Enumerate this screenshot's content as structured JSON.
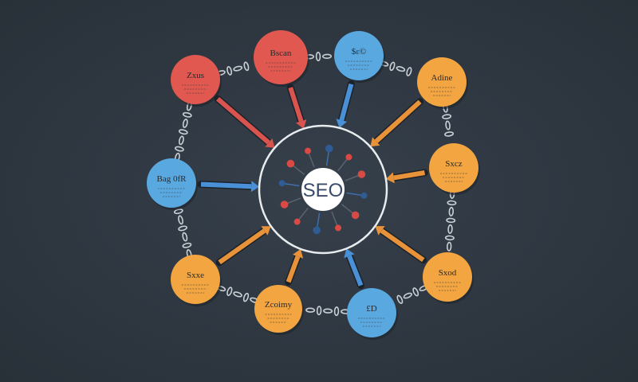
{
  "colors": {
    "background": "#2e3640",
    "red": "#e0584f",
    "blue": "#5aa8e0",
    "orange": "#f2a541",
    "ring": "#e8ecef",
    "chain": "#c9cfd5",
    "hub_fill": "#ffffff",
    "hub_text": "#3a4a6a",
    "arrow_red": "#d9534f",
    "arrow_blue": "#4a90d6",
    "arrow_orange": "#e8923a"
  },
  "hub": {
    "label": "SEO"
  },
  "nodes": [
    {
      "id": "n1",
      "color": "red",
      "title": "Bscan"
    },
    {
      "id": "n2",
      "color": "blue",
      "title": "$ε©"
    },
    {
      "id": "n3",
      "color": "orange",
      "title": "Adine"
    },
    {
      "id": "n4",
      "color": "orange",
      "title": "Sxcz"
    },
    {
      "id": "n5",
      "color": "orange",
      "title": "Sxod"
    },
    {
      "id": "n6",
      "color": "blue",
      "title": "£D"
    },
    {
      "id": "n7",
      "color": "orange",
      "title": "Zcoimy"
    },
    {
      "id": "n8",
      "color": "orange",
      "title": "Sxxe"
    },
    {
      "id": "n9",
      "color": "blue",
      "title": "Bag 0fR"
    },
    {
      "id": "n10",
      "color": "red",
      "title": "Zxus"
    }
  ]
}
